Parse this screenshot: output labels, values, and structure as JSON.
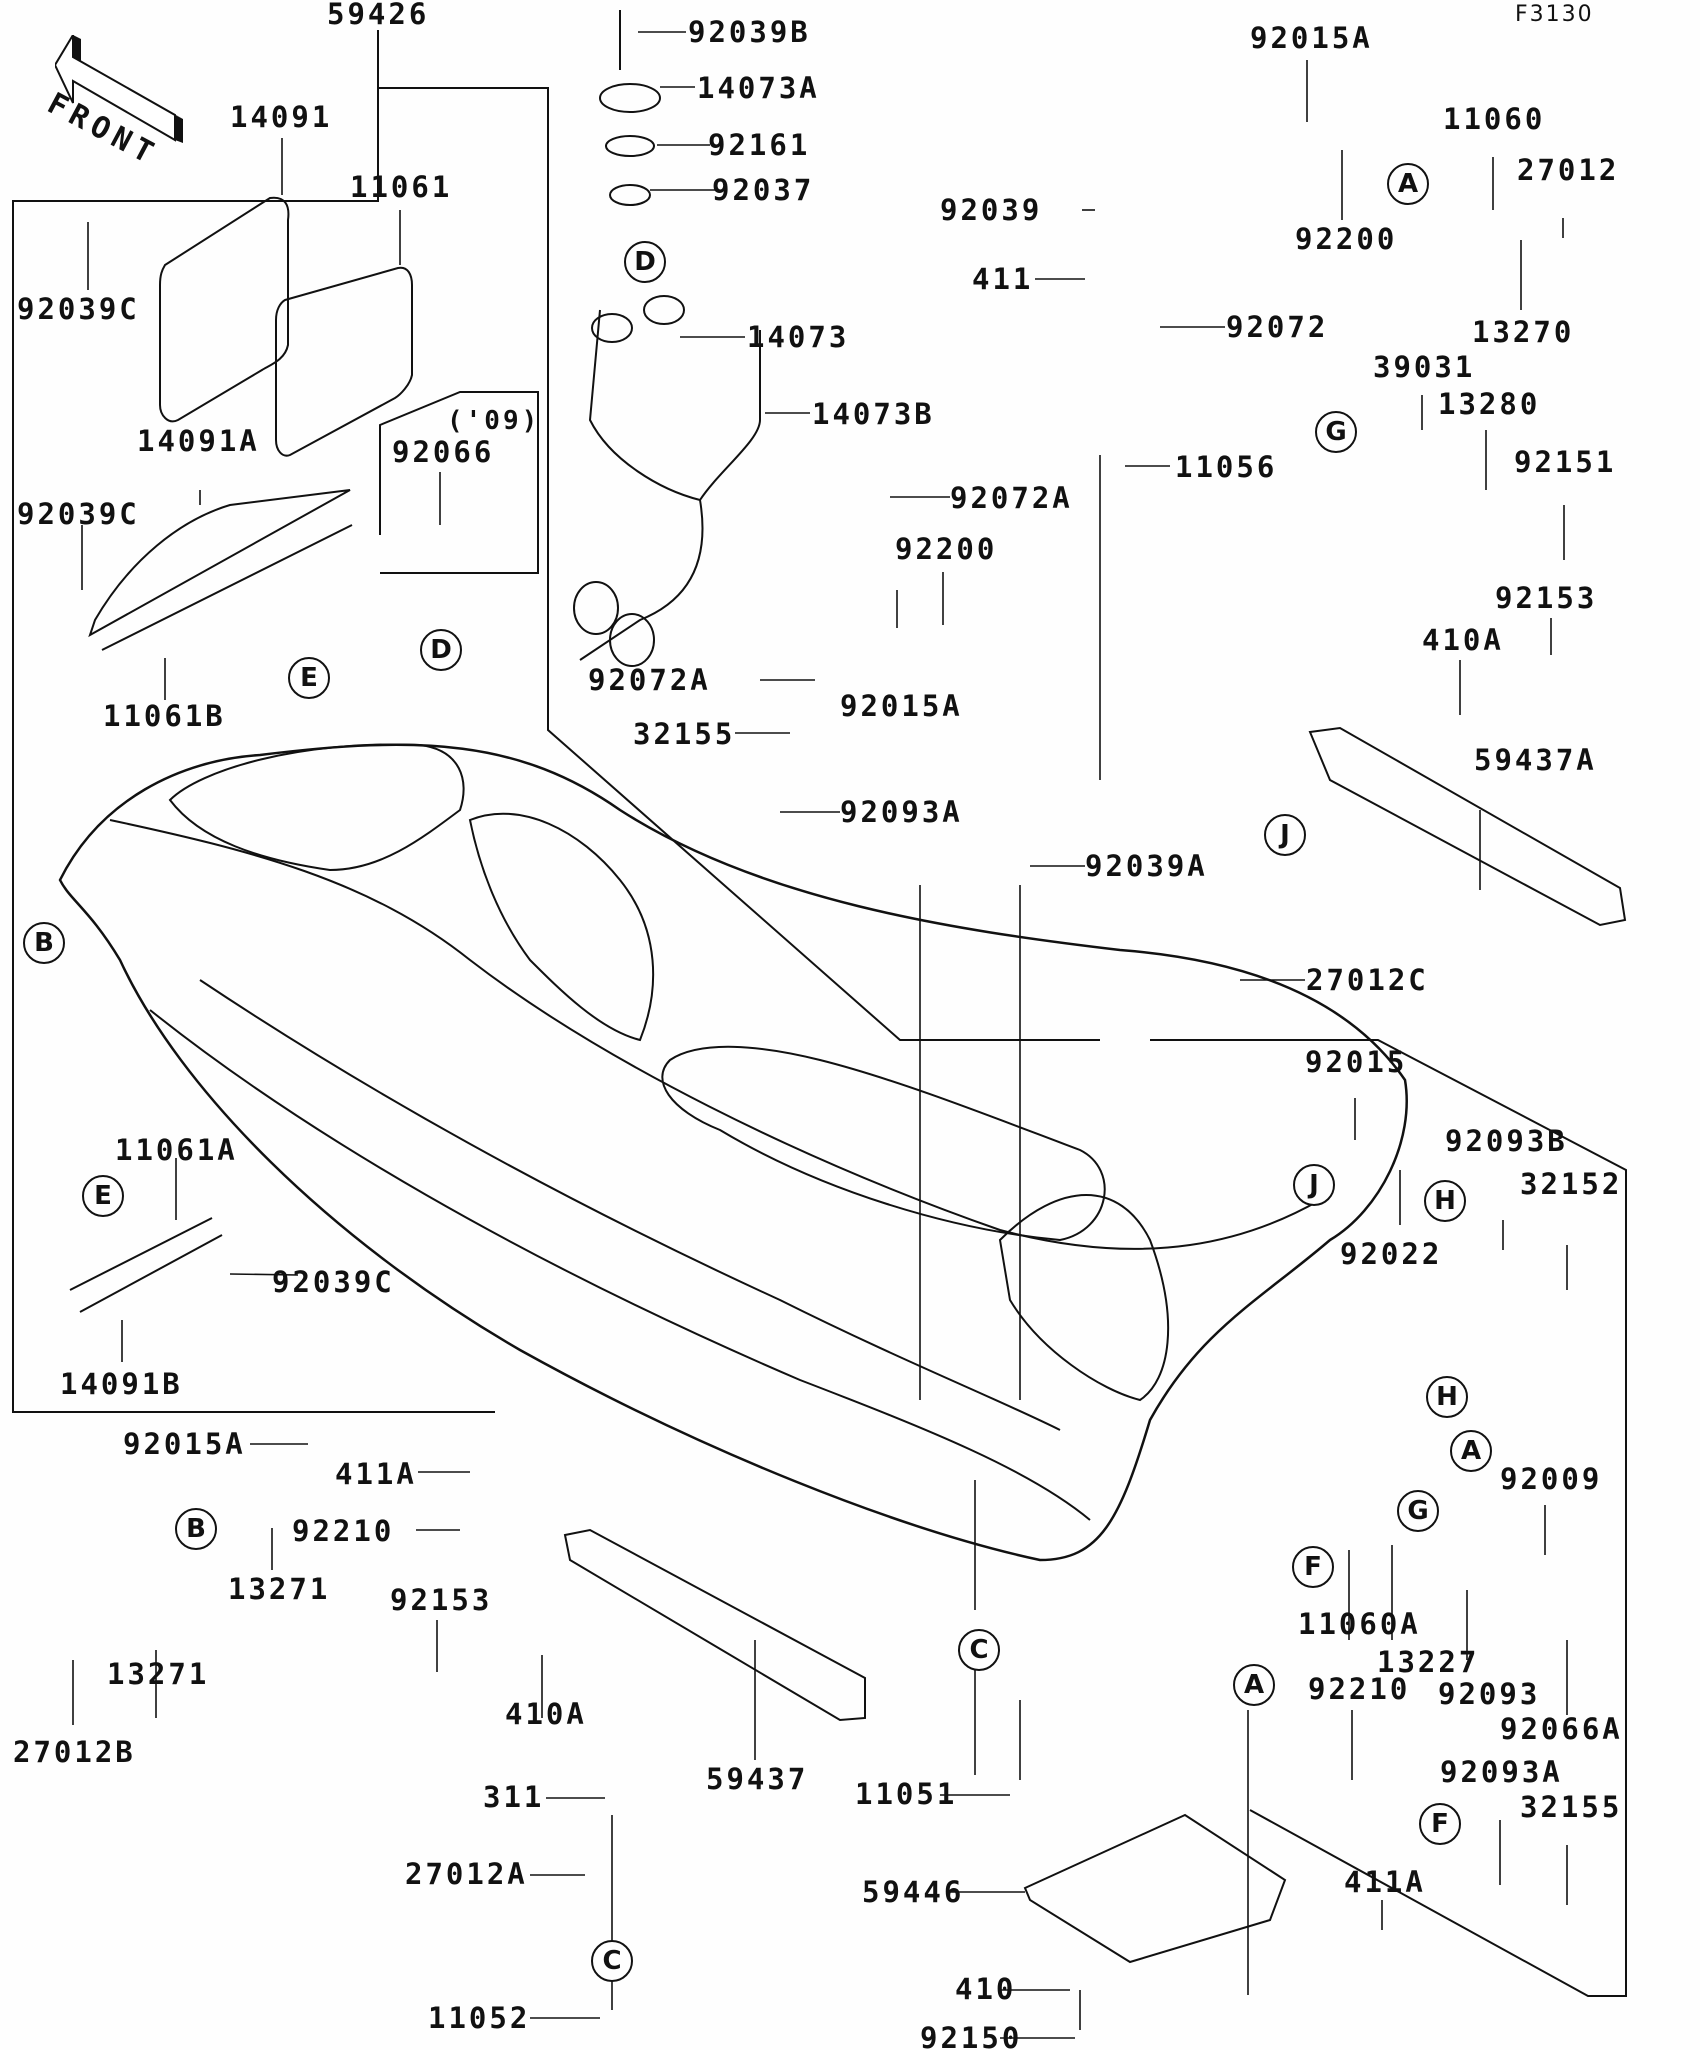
{
  "diagram": {
    "figure_code": "F3130",
    "orientation_marker": "FRONT",
    "subtitle_note": "('09)",
    "part_labels": [
      {
        "id": "59426",
        "text": "59426"
      },
      {
        "id": "14091",
        "text": "14091"
      },
      {
        "id": "11061",
        "text": "11061"
      },
      {
        "id": "92039C-a",
        "text": "92039C"
      },
      {
        "id": "14091A",
        "text": "14091A"
      },
      {
        "id": "92039C-b",
        "text": "92039C"
      },
      {
        "id": "11061B",
        "text": "11061B"
      },
      {
        "id": "92066",
        "text": "92066"
      },
      {
        "id": "11061A",
        "text": "11061A"
      },
      {
        "id": "92039C-c",
        "text": "92039C"
      },
      {
        "id": "14091B",
        "text": "14091B"
      },
      {
        "id": "92015A-a",
        "text": "92015A"
      },
      {
        "id": "411A-a",
        "text": "411A"
      },
      {
        "id": "92210-a",
        "text": "92210"
      },
      {
        "id": "13271-a",
        "text": "13271"
      },
      {
        "id": "13271-b",
        "text": "13271"
      },
      {
        "id": "27012B",
        "text": "27012B"
      },
      {
        "id": "92153-a",
        "text": "92153"
      },
      {
        "id": "410A-a",
        "text": "410A"
      },
      {
        "id": "59437",
        "text": "59437"
      },
      {
        "id": "311",
        "text": "311"
      },
      {
        "id": "27012A",
        "text": "27012A"
      },
      {
        "id": "11052",
        "text": "11052"
      },
      {
        "id": "92039B",
        "text": "92039B"
      },
      {
        "id": "14073A",
        "text": "14073A"
      },
      {
        "id": "92161",
        "text": "92161"
      },
      {
        "id": "92037",
        "text": "92037"
      },
      {
        "id": "14073",
        "text": "14073"
      },
      {
        "id": "14073B",
        "text": "14073B"
      },
      {
        "id": "92072A-a",
        "text": "92072A"
      },
      {
        "id": "92072A-b",
        "text": "92072A"
      },
      {
        "id": "32155-a",
        "text": "32155"
      },
      {
        "id": "92093A-a",
        "text": "92093A"
      },
      {
        "id": "92200-a",
        "text": "92200"
      },
      {
        "id": "92015A-b",
        "text": "92015A"
      },
      {
        "id": "92039",
        "text": "92039"
      },
      {
        "id": "411",
        "text": "411"
      },
      {
        "id": "92072",
        "text": "92072"
      },
      {
        "id": "11056",
        "text": "11056"
      },
      {
        "id": "92039A",
        "text": "92039A"
      },
      {
        "id": "27012C",
        "text": "27012C"
      },
      {
        "id": "92015A-c",
        "text": "92015A"
      },
      {
        "id": "92200-b",
        "text": "92200"
      },
      {
        "id": "11060",
        "text": "11060"
      },
      {
        "id": "27012",
        "text": "27012"
      },
      {
        "id": "13270",
        "text": "13270"
      },
      {
        "id": "39031",
        "text": "39031"
      },
      {
        "id": "13280",
        "text": "13280"
      },
      {
        "id": "92151",
        "text": "92151"
      },
      {
        "id": "92153-b",
        "text": "92153"
      },
      {
        "id": "410A-b",
        "text": "410A"
      },
      {
        "id": "59437A",
        "text": "59437A"
      },
      {
        "id": "92015",
        "text": "92015"
      },
      {
        "id": "92093B",
        "text": "92093B"
      },
      {
        "id": "32152",
        "text": "32152"
      },
      {
        "id": "92022",
        "text": "92022"
      },
      {
        "id": "92009",
        "text": "92009"
      },
      {
        "id": "11060A",
        "text": "11060A"
      },
      {
        "id": "13227",
        "text": "13227"
      },
      {
        "id": "92093",
        "text": "92093"
      },
      {
        "id": "92066A",
        "text": "92066A"
      },
      {
        "id": "92210-b",
        "text": "92210"
      },
      {
        "id": "92093A-b",
        "text": "92093A"
      },
      {
        "id": "32155-b",
        "text": "32155"
      },
      {
        "id": "411A-b",
        "text": "411A"
      },
      {
        "id": "11051",
        "text": "11051"
      },
      {
        "id": "59446",
        "text": "59446"
      },
      {
        "id": "410",
        "text": "410"
      },
      {
        "id": "92150",
        "text": "92150"
      }
    ],
    "reference_markers": [
      {
        "id": "A-top",
        "text": "A"
      },
      {
        "id": "D-top",
        "text": "D"
      },
      {
        "id": "G-top",
        "text": "G"
      },
      {
        "id": "E-mid",
        "text": "E"
      },
      {
        "id": "D-mid",
        "text": "D"
      },
      {
        "id": "J-top",
        "text": "J"
      },
      {
        "id": "B-left",
        "text": "B"
      },
      {
        "id": "J-mid",
        "text": "J"
      },
      {
        "id": "H-top",
        "text": "H"
      },
      {
        "id": "E-low",
        "text": "E"
      },
      {
        "id": "H-low",
        "text": "H"
      },
      {
        "id": "A-mid",
        "text": "A"
      },
      {
        "id": "G-low",
        "text": "G"
      },
      {
        "id": "B-low",
        "text": "B"
      },
      {
        "id": "F-mid",
        "text": "F"
      },
      {
        "id": "C-mid",
        "text": "C"
      },
      {
        "id": "A-low",
        "text": "A"
      },
      {
        "id": "C-low",
        "text": "C"
      },
      {
        "id": "F-low",
        "text": "F"
      }
    ]
  }
}
